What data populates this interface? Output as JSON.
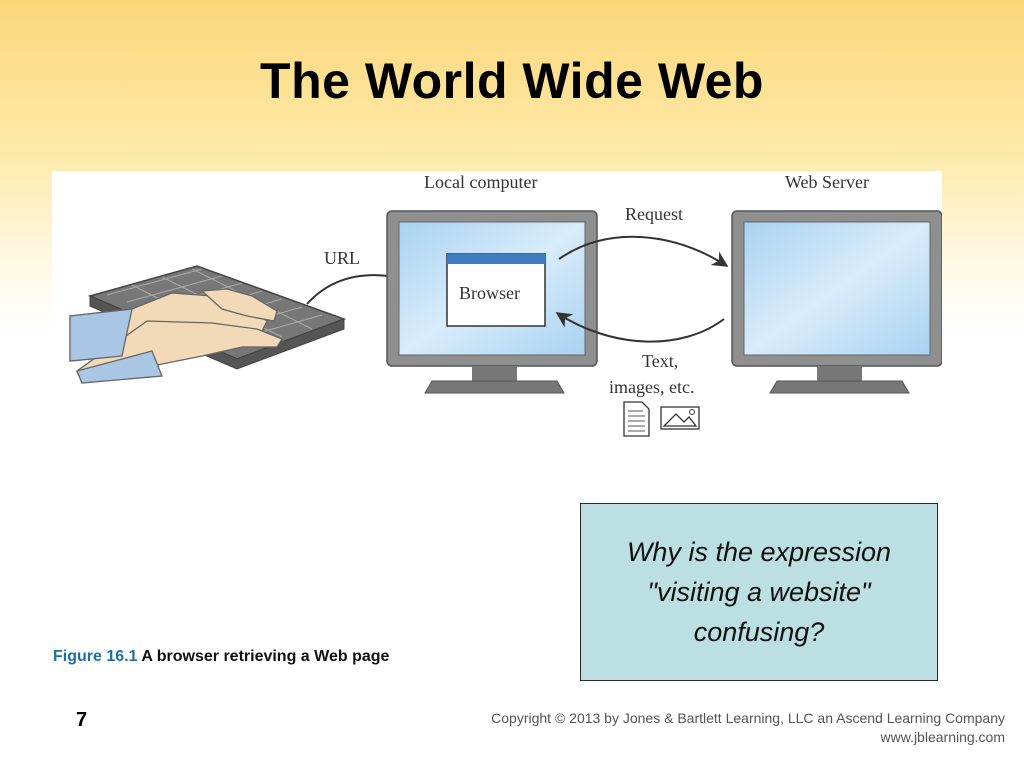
{
  "slide": {
    "title": "The World Wide Web",
    "page_number": "7"
  },
  "figure": {
    "labels": {
      "local_computer": "Local computer",
      "web_server": "Web Server",
      "url": "URL",
      "request": "Request",
      "browser": "Browser",
      "response_line1": "Text,",
      "response_line2": "images, etc."
    },
    "caption": {
      "number": "Figure 16.1",
      "text": "A browser retrieving a Web page"
    }
  },
  "question": {
    "text": "Why is the expression \"visiting a website\" confusing?"
  },
  "footer": {
    "copyright": "Copyright © 2013 by Jones & Bartlett Learning, LLC an Ascend Learning Company",
    "website": "www.jblearning.com"
  },
  "colors": {
    "header_gradient_top": "#fcd77a",
    "question_box": "#bcdfe2",
    "caption_number": "#1d6fa8",
    "screen": "#cfe6f7"
  }
}
